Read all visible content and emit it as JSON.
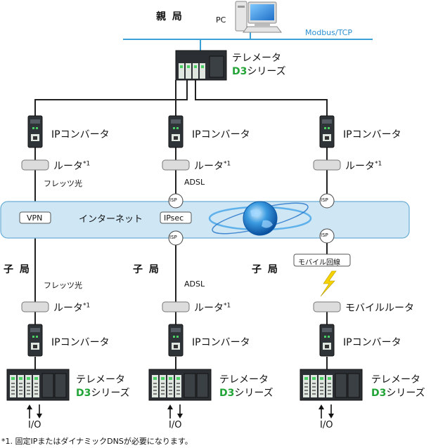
{
  "host": {
    "title": "親 局",
    "pc_label": "PC",
    "network_label": "Modbus/TCP"
  },
  "master_telemeter": {
    "line1": "テレメータ",
    "series_accent": "D3",
    "series_rest": "シリーズ"
  },
  "ip_converter_label": "IPコンバータ",
  "router_label": "ルータ",
  "footnote_mark": "*1",
  "mobile_router_label": "モバイルルータ",
  "line_labels": {
    "flets": "フレッツ光",
    "adsl": "ADSL"
  },
  "internet": {
    "label": "インターネット",
    "vpn": "VPN",
    "ipsec": "IPsec",
    "isp": "ISP",
    "mobile_line": "モバイル回線"
  },
  "child_station_label": "子 局",
  "io_label": "I/O",
  "footnote": "*1. 固定IPまたはダイナミックDNSが必要になります。",
  "colors": {
    "network_line": "#3aa0d6",
    "accent_green": "#21a335",
    "internet_fill": "#cfe6f5",
    "internet_border": "#6aaed6",
    "bolt": "#f6d200"
  }
}
